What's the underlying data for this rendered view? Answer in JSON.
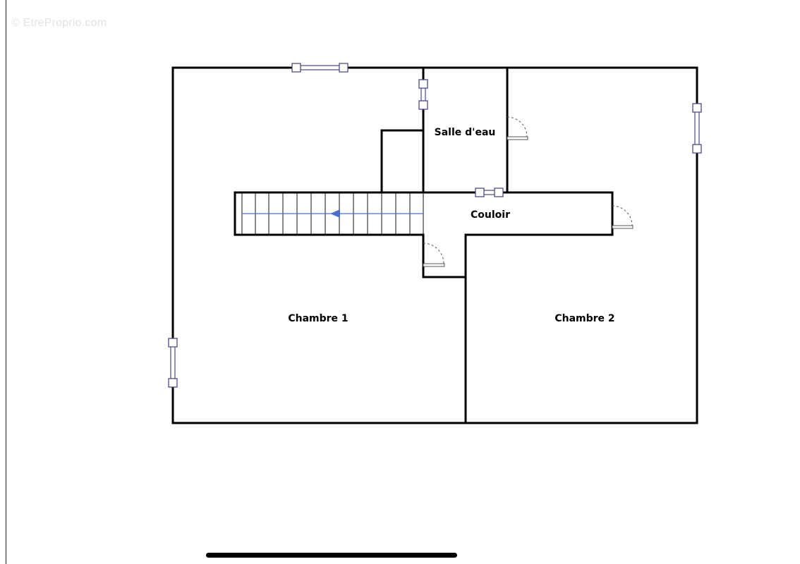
{
  "watermark": "© EtreProprio.com",
  "rooms": {
    "salle_deau": "Salle d'eau",
    "couloir": "Couloir",
    "chambre_1": "Chambre 1",
    "chambre_2": "Chambre 2"
  },
  "colors": {
    "wall": "#000000",
    "window": "#4a4a8a",
    "stair_arrow": "#4a6fcf",
    "watermark": "#e3e3e3"
  }
}
